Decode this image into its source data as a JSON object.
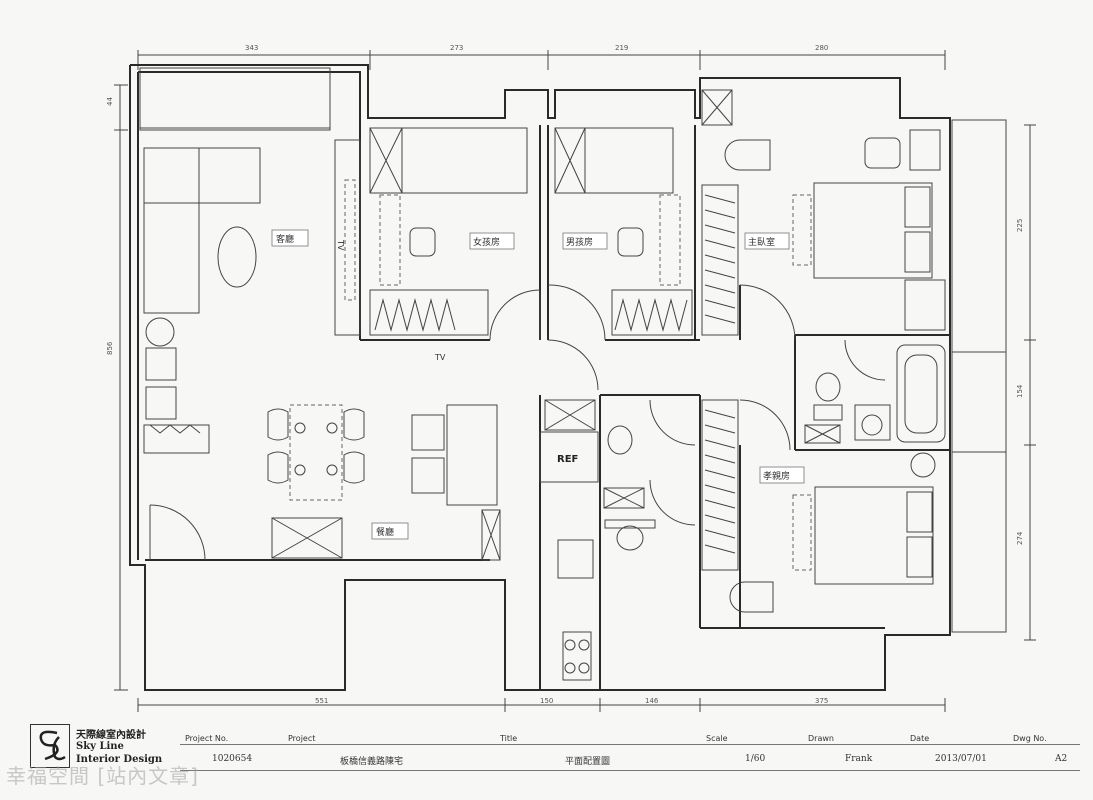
{
  "dimensions": {
    "top": [
      "343",
      "273",
      "219",
      "280"
    ],
    "bottom": [
      "551",
      "150",
      "146",
      "375"
    ],
    "left": [
      "44",
      "856"
    ],
    "right": [
      "225",
      "154",
      "274"
    ]
  },
  "rooms": {
    "living": "客廳",
    "girl": "女孩房",
    "boy": "男孩房",
    "master": "主臥室",
    "parents": "孝親房",
    "dining": "餐廳"
  },
  "labels": {
    "tv": "TV",
    "ref": "REF"
  },
  "firm": {
    "name_cn": "天際線室內設計",
    "name_en_1": "Sky Line",
    "name_en_2": "Interior Design"
  },
  "title_block": {
    "project_no_label": "Project No.",
    "project_no": "1020654",
    "project_label": "Project",
    "project": "板橋信義路陳宅",
    "title_label": "Title",
    "title": "平面配置圖",
    "scale_label": "Scale",
    "scale": "1/60",
    "drawn_label": "Drawn",
    "drawn": "Frank",
    "date_label": "Date",
    "date": "2013/07/01",
    "dwg_label": "Dwg No.",
    "dwg": "A2"
  },
  "watermark": "幸福空間 [站內文章]"
}
